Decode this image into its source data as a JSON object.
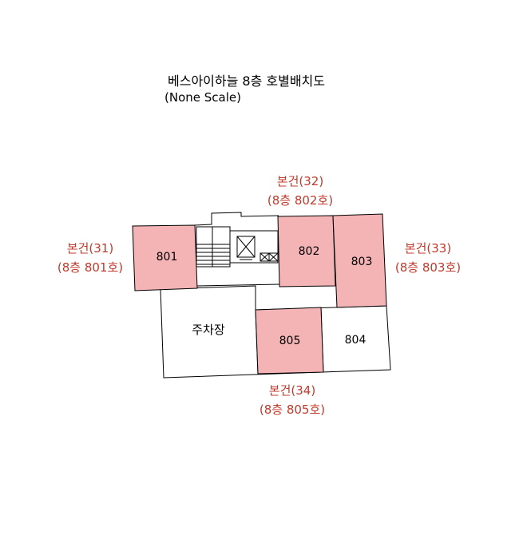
{
  "title": "베스아이하늘 8층 호별배치도",
  "subtitle": "(None Scale)",
  "colors": {
    "highlight": "#f4b3b5",
    "label": "#c0392b",
    "outline": "#000000"
  },
  "units": {
    "u801": "801",
    "u802": "802",
    "u803": "803",
    "u804": "804",
    "u805": "805",
    "parking": "주차장"
  },
  "callouts": {
    "c31": {
      "line1": "본건(31)",
      "line2": "(8층 801호)"
    },
    "c32": {
      "line1": "본건(32)",
      "line2": "(8층 802호)"
    },
    "c33": {
      "line1": "본건(33)",
      "line2": "(8층 803호)"
    },
    "c34": {
      "line1": "본건(34)",
      "line2": "(8층 805호)"
    }
  }
}
